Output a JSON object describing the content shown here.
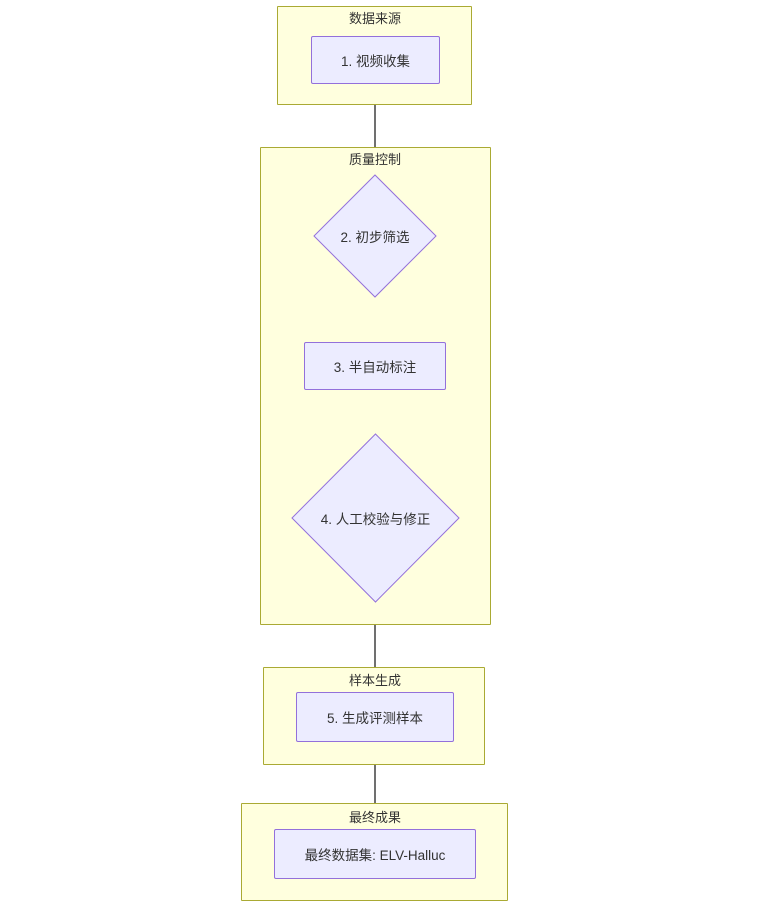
{
  "diagram": {
    "type": "flowchart",
    "direction": "top-down",
    "title_visible": false,
    "colors": {
      "cluster_fill": "#ffffde",
      "cluster_stroke": "#aaaa33",
      "node_fill": "#ececff",
      "node_stroke": "#9370db",
      "edge_stroke": "#333333",
      "text": "#333333",
      "background": "#ffffff"
    },
    "clusters": [
      {
        "id": "c1",
        "label": "数据来源"
      },
      {
        "id": "c2",
        "label": "质量控制"
      },
      {
        "id": "c3",
        "label": "样本生成"
      },
      {
        "id": "c4",
        "label": "最终成果"
      }
    ],
    "nodes": [
      {
        "id": "n1",
        "label": "1. 视频收集",
        "shape": "rect",
        "cluster": "c1"
      },
      {
        "id": "n2",
        "label": "2. 初步筛选",
        "shape": "diamond",
        "cluster": "c2"
      },
      {
        "id": "n3",
        "label": "3. 半自动标注",
        "shape": "rect",
        "cluster": "c2"
      },
      {
        "id": "n4",
        "label": "4. 人工校验与修正",
        "shape": "diamond",
        "cluster": "c2"
      },
      {
        "id": "n5",
        "label": "5. 生成评测样本",
        "shape": "rect",
        "cluster": "c3"
      },
      {
        "id": "n6",
        "label": "最终数据集: ELV-Halluc",
        "shape": "rect",
        "cluster": "c4"
      }
    ],
    "edges": [
      {
        "from": "n1",
        "to": "n2",
        "label": ""
      },
      {
        "from": "n2",
        "to": "n3",
        "label": ""
      },
      {
        "from": "n3",
        "to": "n4",
        "label": ""
      },
      {
        "from": "n4",
        "to": "n5",
        "label": ""
      },
      {
        "from": "n5",
        "to": "n6",
        "label": ""
      }
    ]
  }
}
